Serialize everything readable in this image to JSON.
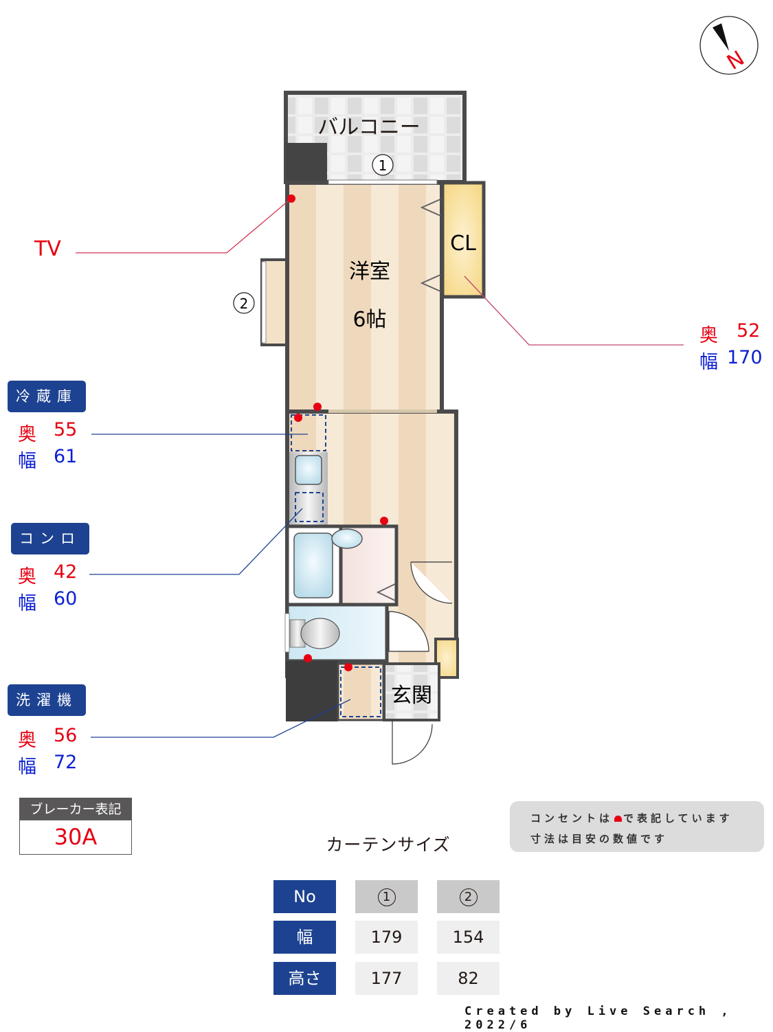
{
  "compass": {
    "label": "N",
    "icon": "north-arrow-icon"
  },
  "rooms": {
    "balcony": "バルコニー",
    "western_room": "洋室",
    "western_room_size": "6帖",
    "closet": "CL",
    "entrance": "玄関"
  },
  "window_markers": {
    "w1": "1",
    "w2": "2"
  },
  "tv": {
    "label": "TV"
  },
  "closet_dims": {
    "depth_key": "奥",
    "depth": "52",
    "width_key": "幅",
    "width": "170"
  },
  "appliances": [
    {
      "label": "冷蔵庫",
      "depth_key": "奥",
      "depth": "55",
      "width_key": "幅",
      "width": "61"
    },
    {
      "label": "コンロ",
      "depth_key": "奥",
      "depth": "42",
      "width_key": "幅",
      "width": "60"
    },
    {
      "label": "洗濯機",
      "depth_key": "奥",
      "depth": "56",
      "width_key": "幅",
      "width": "72"
    }
  ],
  "breaker": {
    "header": "ブレーカー表記",
    "value": "30A"
  },
  "note": {
    "line1_before": "コンセントは",
    "line1_after": "で表記しています",
    "line2": "寸法は目安の数値です"
  },
  "curtain": {
    "title": "カーテンサイズ",
    "headers": [
      "No",
      "幅",
      "高さ"
    ],
    "columns": [
      {
        "no": "1",
        "width": "179",
        "height": "177"
      },
      {
        "no": "2",
        "width": "154",
        "height": "82"
      }
    ]
  },
  "credit": "Created by Live Search , 2022/6",
  "colors": {
    "wall": "#4a4a4a",
    "floor_light": "#f6e9d6",
    "floor_dark": "#efd9bd",
    "closet": "#f8df8f",
    "outlet": "#e60012",
    "label_bg": "#1d4291",
    "depth_red": "#e60012",
    "width_blue": "#0b1fd1"
  }
}
